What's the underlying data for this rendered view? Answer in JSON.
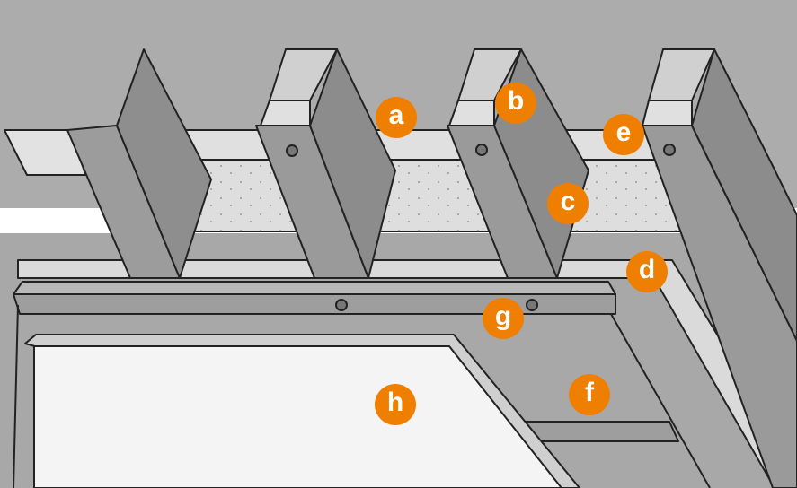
{
  "colors": {
    "label_bg": "#EE7F00",
    "label_text": "#ffffff",
    "background": "#acacac",
    "wood": "#9a9a9a",
    "insulation": "#dcdcdc",
    "plasterboard": "#f4f4f4"
  },
  "labels": [
    {
      "id": "a",
      "text": "a"
    },
    {
      "id": "b",
      "text": "b"
    },
    {
      "id": "c",
      "text": "c"
    },
    {
      "id": "d",
      "text": "d"
    },
    {
      "id": "e",
      "text": "e"
    },
    {
      "id": "f",
      "text": "f"
    },
    {
      "id": "g",
      "text": "g"
    },
    {
      "id": "h",
      "text": "h"
    }
  ]
}
